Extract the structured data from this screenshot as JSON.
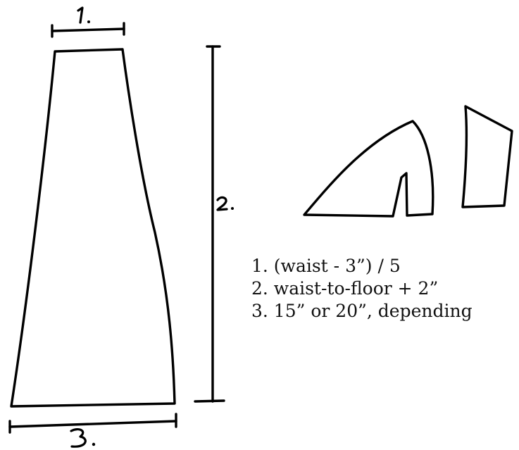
{
  "diagram": {
    "markers": {
      "waist_marker": "1.",
      "length_marker": "2.",
      "hem_marker": "3."
    },
    "legend": [
      "1. (waist - 3”) / 5",
      "2. waist-to-floor + 2”",
      "3. 15” or 20”, depending"
    ],
    "ink_color": "#000000"
  }
}
